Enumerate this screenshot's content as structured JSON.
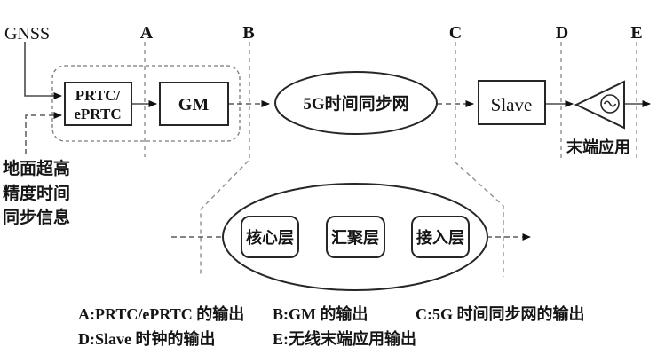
{
  "diagram": {
    "gnss_label": "GNSS",
    "markers": {
      "a": "A",
      "b": "B",
      "c": "C",
      "d": "D",
      "e": "E"
    },
    "source_note": {
      "line1": "地面超高",
      "line2": "精度时间",
      "line3": "同步信息"
    },
    "nodes": {
      "prtc_line1": "PRTC/",
      "prtc_line2": "ePRTC",
      "gm": "GM",
      "sync_network": "5G时间同步网",
      "slave": "Slave",
      "end_application": "末端应用",
      "core_layer": "核心层",
      "aggregation_layer": "汇聚层",
      "access_layer": "接入层"
    },
    "legend": {
      "a": "A:PRTC/ePRTC 的输出",
      "b": "B:GM 的输出",
      "c": "C:5G 时间同步网的输出",
      "d": "D:Slave 时钟的输出",
      "e": "E:无线末端应用输出"
    },
    "colors": {
      "ink": "#262626",
      "guide_gray": "#8f8f8f",
      "flow_gray": "#5a5a5a"
    }
  }
}
